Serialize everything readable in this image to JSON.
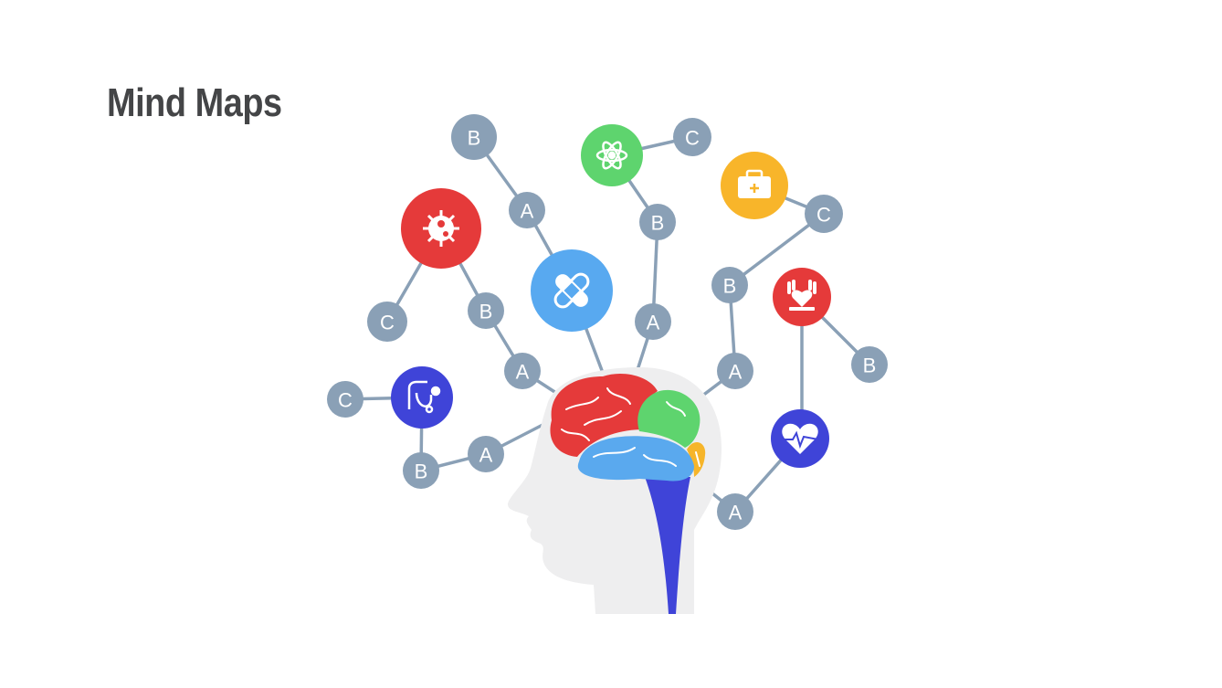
{
  "title": "Mind Maps",
  "colors": {
    "small_node": "#8aa0b6",
    "link": "#8aa0b6",
    "head": "#eeeeef",
    "brain_frontal": "#e53a3a",
    "brain_parietal": "#5ed46e",
    "brain_temporal": "#5aa9ee",
    "brain_occipital": "#f6b52a",
    "brain_stem": "#3f44d8"
  },
  "hubs": [
    {
      "id": "bacteria",
      "icon": "bacteria-icon",
      "color": "#e53a3a"
    },
    {
      "id": "bandage",
      "icon": "bandage-icon",
      "color": "#58a9f0"
    },
    {
      "id": "atom",
      "icon": "atom-icon",
      "color": "#5ed46e"
    },
    {
      "id": "medkit",
      "icon": "medkit-icon",
      "color": "#f8b52a"
    },
    {
      "id": "care",
      "icon": "heart-hands-icon",
      "color": "#e53a3a"
    },
    {
      "id": "heartbeat",
      "icon": "heartbeat-icon",
      "color": "#3f44d8"
    },
    {
      "id": "stethoscope",
      "icon": "stethoscope-icon",
      "color": "#3f44d8"
    }
  ],
  "nodes": {
    "bacteria_c": "C",
    "bacteria_b": "B",
    "bacteria_a": "A",
    "bandage_b": "B",
    "bandage_a": "A",
    "atom_c": "C",
    "atom_b": "B",
    "atom_a": "A",
    "medkit_c": "C",
    "medkit_b": "B",
    "medkit_a": "A",
    "care_b": "B",
    "heartbeat_a": "A",
    "steth_c": "C",
    "steth_b": "B",
    "steth_a": "A"
  }
}
